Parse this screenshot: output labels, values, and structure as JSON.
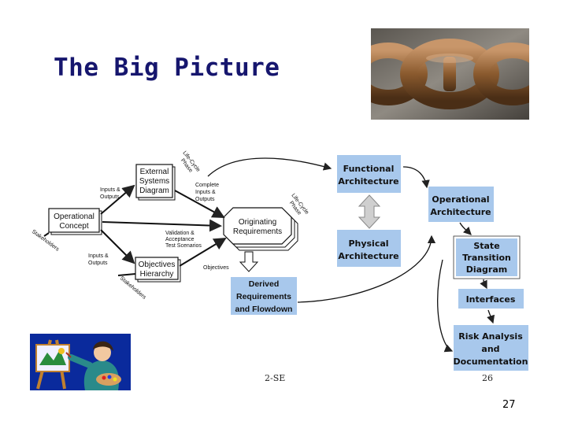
{
  "slide": {
    "title": "The Big Picture",
    "page_number": "27",
    "footer_left": "2-SE",
    "footer_right": "26"
  },
  "left_diagram": {
    "operational_concept": [
      "Operational",
      "Concept"
    ],
    "external_systems": [
      "External",
      "Systems",
      "Diagram"
    ],
    "objectives_hierarchy": [
      "Objectives",
      "Hierarchy"
    ],
    "originating_requirements": [
      "Originating",
      "Requirements"
    ],
    "derived_requirements": [
      "Derived",
      "Requirements",
      "and Flowdown"
    ],
    "labels": {
      "inputs_outputs_top": [
        "Inputs &",
        "Outputs"
      ],
      "inputs_outputs_bottom": [
        "Inputs &",
        "Outputs"
      ],
      "complete_io": [
        "Complete",
        "Inputs &",
        "Outputs"
      ],
      "validation": [
        "Validation &",
        "Acceptance",
        "Test Scenarios"
      ],
      "objectives": "Objectives",
      "lifecycle_top": [
        "Life-Cycle",
        "Phase"
      ],
      "lifecycle_right": [
        "Life-Cycle",
        "Phase"
      ],
      "stakeholders_left": "Stakeholders",
      "stakeholders_bottom": "Stakeholders"
    }
  },
  "right_diagram": {
    "functional": [
      "Functional",
      "Architecture"
    ],
    "physical": [
      "Physical",
      "Architecture"
    ],
    "operational": [
      "Operational",
      "Architecture"
    ],
    "state": [
      "State",
      "Transition",
      "Diagram"
    ],
    "interfaces": [
      "Interfaces"
    ],
    "risk": [
      "Risk Analysis",
      "and",
      "Documentation"
    ]
  },
  "colors": {
    "title": "#16166e",
    "box_fill": "#a8c8ec",
    "box_stroke": "#1a1a1a",
    "chain": "#8a5a2e"
  }
}
